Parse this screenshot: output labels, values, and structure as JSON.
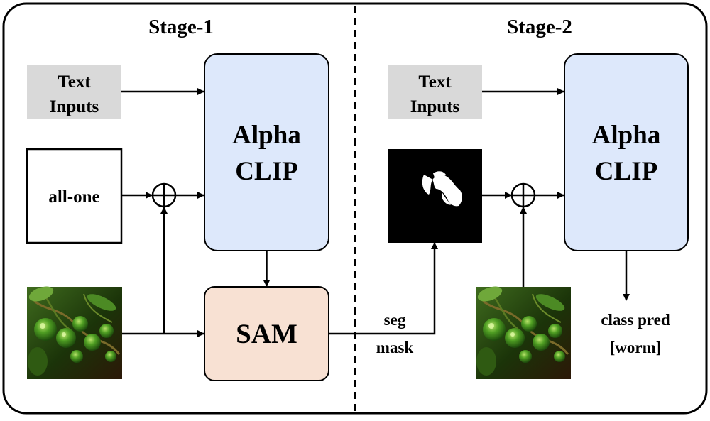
{
  "stage1": {
    "title": "Stage-1",
    "text_inputs": [
      "Text",
      "Inputs"
    ],
    "all_one": "all-one",
    "alpha_clip": [
      "Alpha",
      "CLIP"
    ],
    "sam": "SAM",
    "seg_mask_label": [
      "seg",
      "mask"
    ]
  },
  "stage2": {
    "title": "Stage-2",
    "text_inputs": [
      "Text",
      "Inputs"
    ],
    "alpha_clip": [
      "Alpha",
      "CLIP"
    ],
    "class_pred": [
      "class pred",
      "[worm]"
    ]
  },
  "colors": {
    "text_inputs_bg": "#d9d9d9",
    "alpha_clip_bg": "#dde8fb",
    "sam_bg": "#f8e1d3",
    "mask_bg": "#000000"
  },
  "icons": {
    "plus_node": "circle-plus-icon",
    "photo": "tomato-plant-photo",
    "mask": "segmentation-mask"
  }
}
